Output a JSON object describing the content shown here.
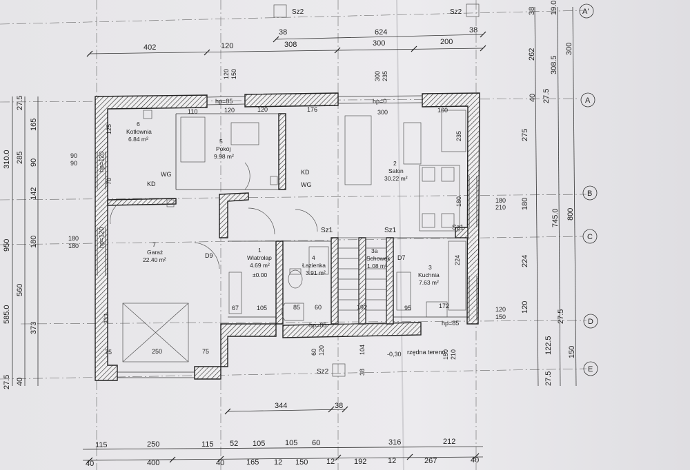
{
  "axes": [
    "A'",
    "A",
    "B",
    "C",
    "D",
    "E"
  ],
  "top_dims": [
    "402",
    "120",
    "308",
    "300",
    "200",
    "38",
    "624",
    "38"
  ],
  "bottom_dims_row1": [
    "115",
    "250",
    "115",
    "52",
    "105",
    "105",
    "60",
    "316",
    "212"
  ],
  "bottom_dims_row2": [
    "40",
    "400",
    "40",
    "165",
    "12",
    "150",
    "12",
    "192",
    "12",
    "267",
    "40"
  ],
  "mid_dims": [
    "344",
    "38"
  ],
  "left_dims_outer": [
    "950",
    "585.0",
    "310.0"
  ],
  "left_dims_mid": [
    "560",
    "285",
    "27.5"
  ],
  "left_dims_inner": [
    "373",
    "180",
    "90",
    "142",
    "165",
    "27.5",
    "40"
  ],
  "right_dims_outer": [
    "19.0",
    "300",
    "800",
    "150"
  ],
  "right_dims_mid": [
    "308.5",
    "745.0",
    "122.5",
    "27.5"
  ],
  "right_dims_inner": [
    "262",
    "275",
    "180",
    "224",
    "120",
    "40",
    "27.5",
    "27.5",
    "38"
  ],
  "rooms": [
    {
      "num": "6",
      "name": "Kotłownia",
      "area": "6.84 m²"
    },
    {
      "num": "5",
      "name": "Pokój",
      "area": "9.98 m²"
    },
    {
      "num": "2",
      "name": "Salon",
      "area": "30.22 m²"
    },
    {
      "num": "7",
      "name": "Garaż",
      "area": "22.40 m²"
    },
    {
      "num": "1",
      "name": "Wiatrołap",
      "area": "4.69 m²"
    },
    {
      "num": "4",
      "name": "Łazienka",
      "area": "3.91 m²"
    },
    {
      "num": "3a",
      "name": "Schowek",
      "area": "1.08 m²"
    },
    {
      "num": "3",
      "name": "Kuchnia",
      "area": "7.63 m²"
    }
  ],
  "labels": {
    "sz2": "Sz2",
    "sz1": "Sz1",
    "level": "±0.00",
    "terrain": "-0,30",
    "terrain_note": "rzędna terenu",
    "hp85": "hp=85",
    "hp0": "hp=0",
    "hp120": "hp=120",
    "kd": "KD",
    "wg": "WG",
    "d9": "D9",
    "d7": "D7"
  }
}
